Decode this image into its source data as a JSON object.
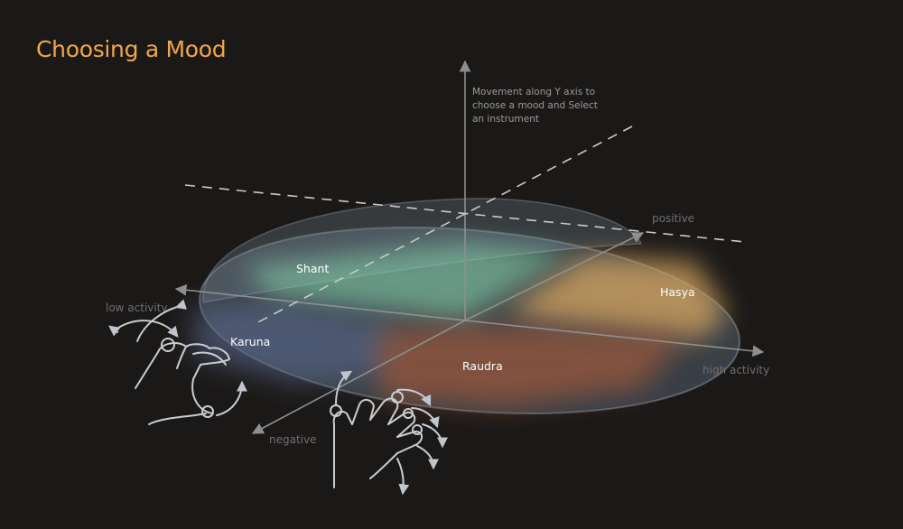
{
  "title": "Choosing a Mood",
  "y_axis_note": [
    "Movement along Y axis to",
    "choose a mood and Select",
    "an instrument"
  ],
  "axis_labels": {
    "positive": "positive",
    "negative": "negative",
    "low_activity": "low activity",
    "high_activity": "high activity"
  },
  "moods": {
    "shant": "Shant",
    "hasya": "Hasya",
    "karuna": "Karuna",
    "raudra": "Raudra"
  },
  "colors": {
    "title": "#f0a64a",
    "shant": "#7fc7a6",
    "hasya": "#d9a862",
    "karuna": "#5a6a90",
    "raudra": "#a0583a",
    "axis": "#8f8f8f"
  },
  "icons": [
    "left-hand-gesture-icon",
    "right-hand-gesture-icon"
  ]
}
